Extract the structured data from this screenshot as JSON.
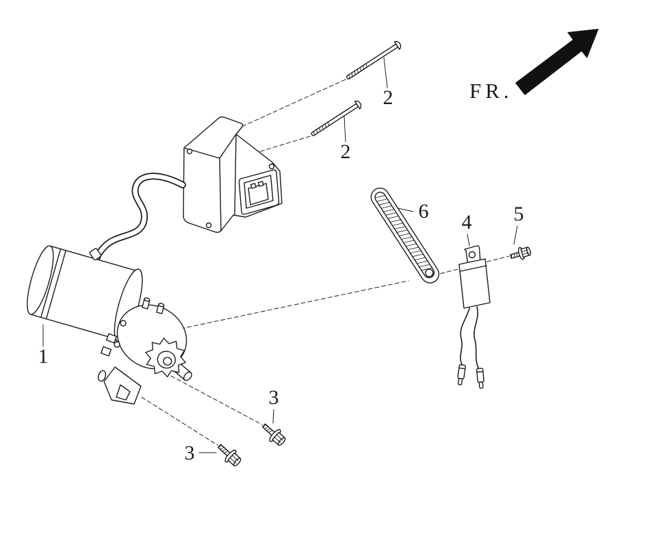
{
  "diagram": {
    "direction_indicator": {
      "label": "FR."
    },
    "part_labels": {
      "motor": "1",
      "bolt_long_upper": "2",
      "bolt_long_lower": "2",
      "bolt_flange_upper": "3",
      "bolt_flange_lower": "3",
      "resistor": "4",
      "bolt_small": "5",
      "strap": "6"
    },
    "colors": {
      "line": "#1a1a1a",
      "arrow": "#111111",
      "background": "#ffffff"
    }
  }
}
